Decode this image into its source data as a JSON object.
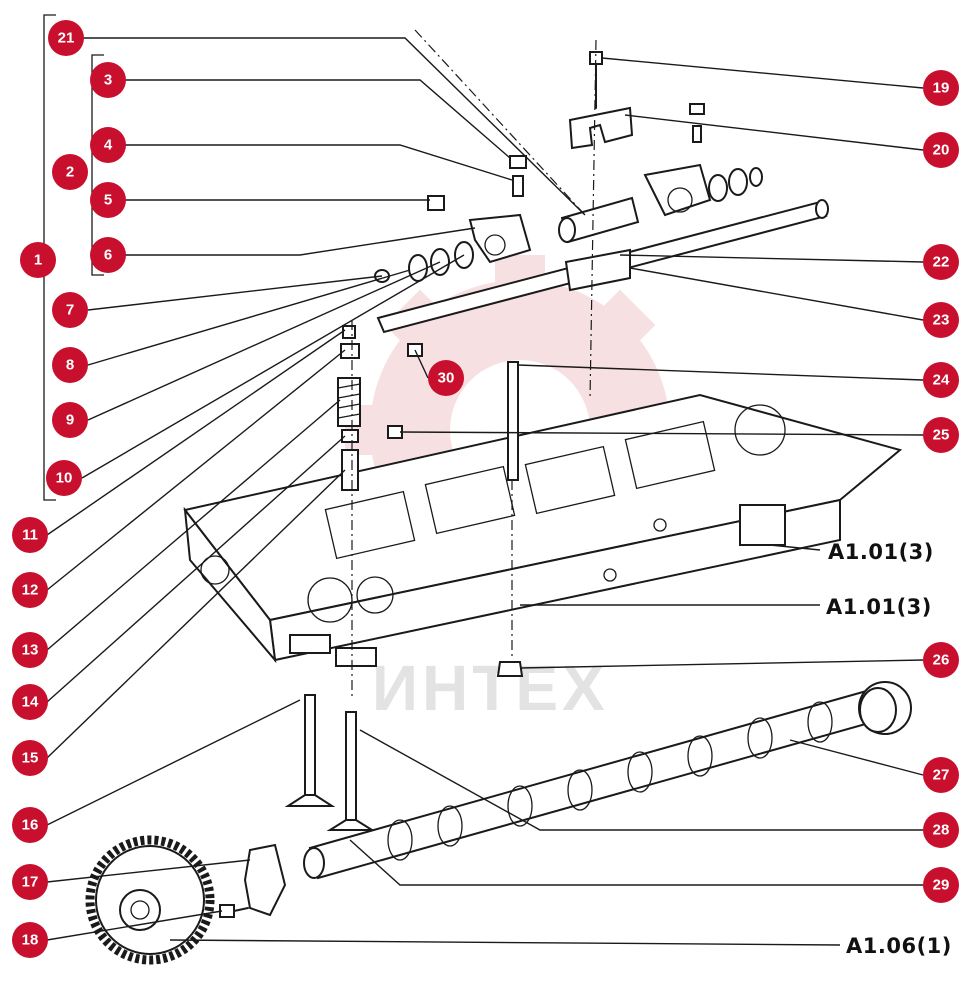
{
  "watermark": "ИНТЕХ",
  "accent_color": "#c8102e",
  "callouts": [
    "1",
    "2",
    "3",
    "4",
    "5",
    "6",
    "7",
    "8",
    "9",
    "10",
    "11",
    "12",
    "13",
    "14",
    "15",
    "16",
    "17",
    "18",
    "19",
    "20",
    "21",
    "22",
    "23",
    "24",
    "25",
    "26",
    "27",
    "28",
    "29",
    "30"
  ],
  "references": [
    "A1.01(3)",
    "A1.01(3)",
    "A1.06(1)"
  ]
}
